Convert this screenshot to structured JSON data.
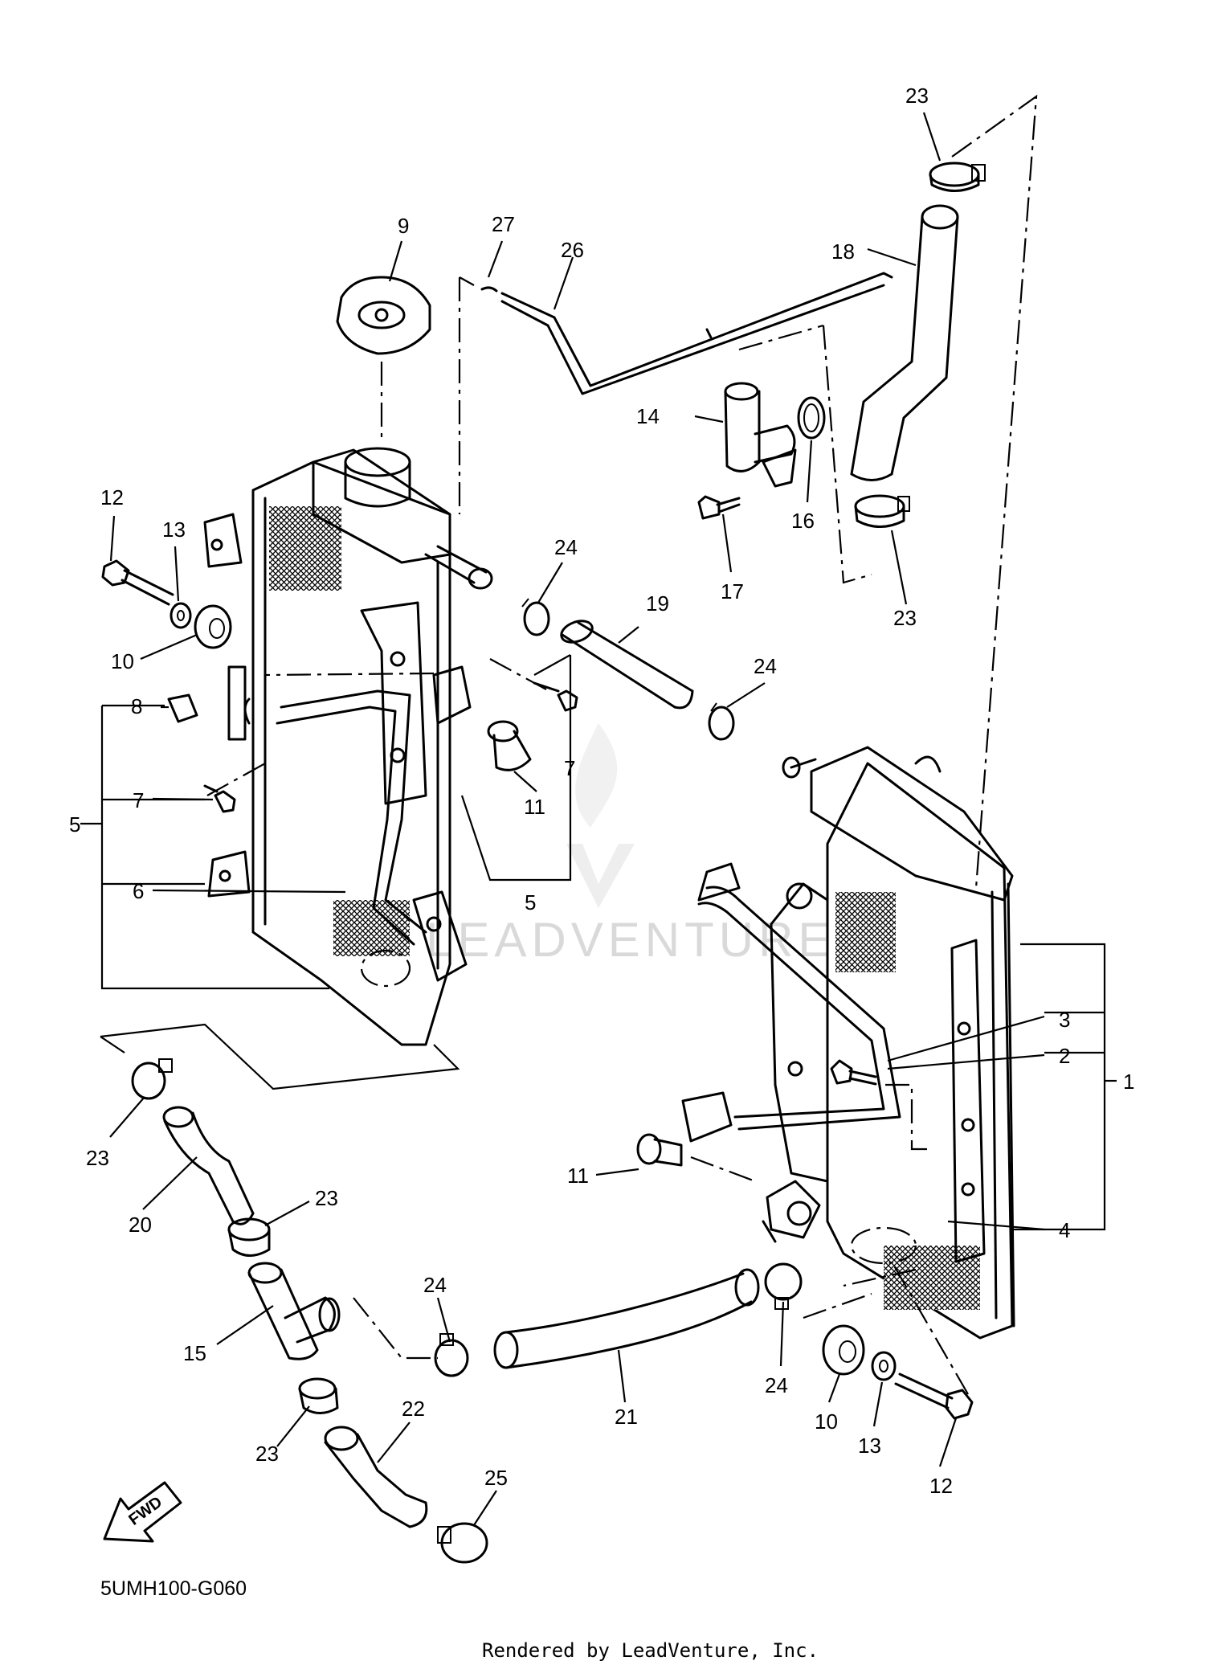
{
  "callouts": [
    {
      "id": "c-23-top",
      "text": "23"
    },
    {
      "id": "c-18",
      "text": "18"
    },
    {
      "id": "c-27",
      "text": "27"
    },
    {
      "id": "c-26",
      "text": "26"
    },
    {
      "id": "c-9",
      "text": "9"
    },
    {
      "id": "c-14",
      "text": "14"
    },
    {
      "id": "c-16",
      "text": "16"
    },
    {
      "id": "c-17",
      "text": "17"
    },
    {
      "id": "c-23-b",
      "text": "23"
    },
    {
      "id": "c-12-l",
      "text": "12"
    },
    {
      "id": "c-13-l",
      "text": "13"
    },
    {
      "id": "c-24-a",
      "text": "24"
    },
    {
      "id": "c-19",
      "text": "19"
    },
    {
      "id": "c-24-b",
      "text": "24"
    },
    {
      "id": "c-10-l",
      "text": "10"
    },
    {
      "id": "c-8",
      "text": "8"
    },
    {
      "id": "c-7-a",
      "text": "7"
    },
    {
      "id": "c-11-a",
      "text": "11"
    },
    {
      "id": "c-5-l",
      "text": "5"
    },
    {
      "id": "c-7-b",
      "text": "7"
    },
    {
      "id": "c-6",
      "text": "6"
    },
    {
      "id": "c-5-b",
      "text": "5"
    },
    {
      "id": "c-3",
      "text": "3"
    },
    {
      "id": "c-2",
      "text": "2"
    },
    {
      "id": "c-1",
      "text": "1"
    },
    {
      "id": "c-11-b",
      "text": "11"
    },
    {
      "id": "c-4",
      "text": "4"
    },
    {
      "id": "c-23-l",
      "text": "23"
    },
    {
      "id": "c-20",
      "text": "20"
    },
    {
      "id": "c-23-m",
      "text": "23"
    },
    {
      "id": "c-24-c",
      "text": "24"
    },
    {
      "id": "c-24-d",
      "text": "24"
    },
    {
      "id": "c-15",
      "text": "15"
    },
    {
      "id": "c-21",
      "text": "21"
    },
    {
      "id": "c-10-r",
      "text": "10"
    },
    {
      "id": "c-13-r",
      "text": "13"
    },
    {
      "id": "c-12-r",
      "text": "12"
    },
    {
      "id": "c-23-n",
      "text": "23"
    },
    {
      "id": "c-22",
      "text": "22"
    },
    {
      "id": "c-25",
      "text": "25"
    }
  ],
  "watermark": "LEADVENTURE",
  "fwd_label": "FWD",
  "diagram_code": "5UMH100-G060",
  "footer": "Rendered by LeadVenture, Inc."
}
